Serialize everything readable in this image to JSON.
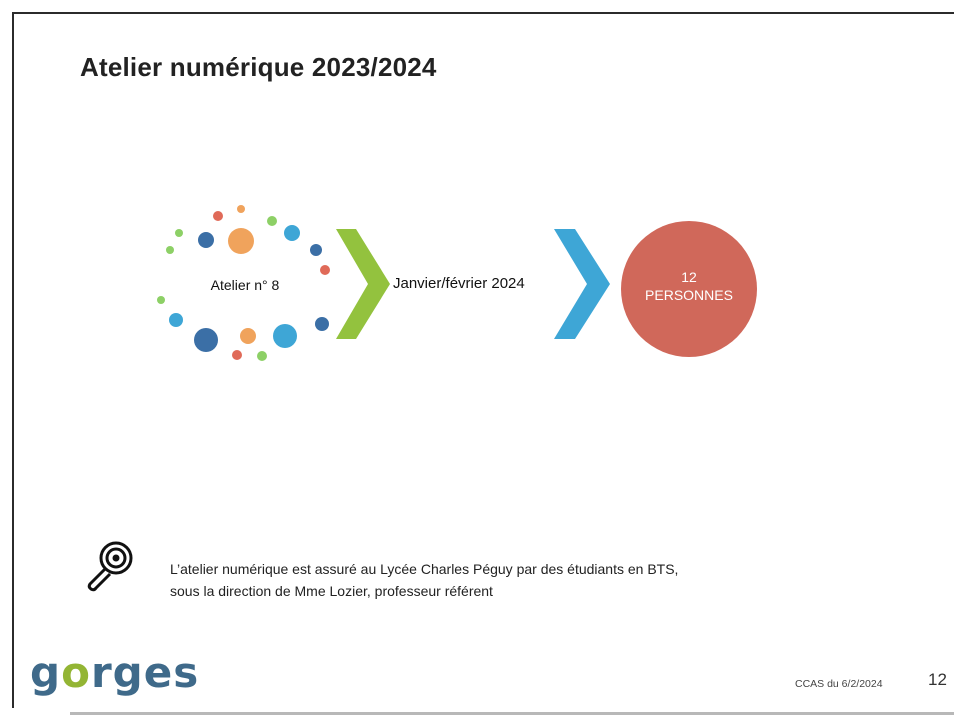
{
  "title": "Atelier numérique 2023/2024",
  "workshop": {
    "label": "Atelier n° 8"
  },
  "period": {
    "label": "Janvier/février 2024"
  },
  "participants": {
    "count": "12",
    "unit": "PERSONNES",
    "color": "#d0685a"
  },
  "footnote": {
    "icon": "magnifier-icon",
    "line1": "L’atelier numérique est assuré au Lycée Charles Péguy par des étudiants en BTS,",
    "line2": "sous la direction de Mme Lozier, professeur référent"
  },
  "logo": {
    "part1": "g",
    "part2": "o",
    "part3": "rges",
    "color_main": "#3f6a8a",
    "color_accent": "#93b534"
  },
  "footer": {
    "meeting": "CCAS du 6/2/2024",
    "page_number": "12"
  },
  "colors": {
    "green_chevron": "#93c23e",
    "blue_chevron": "#3ea6d6",
    "dot_orange": "#f0a35c",
    "dot_red": "#e06a58",
    "dot_blue": "#3b6fa6",
    "dot_teal": "#3ea6d6",
    "dot_green": "#8dd066"
  }
}
